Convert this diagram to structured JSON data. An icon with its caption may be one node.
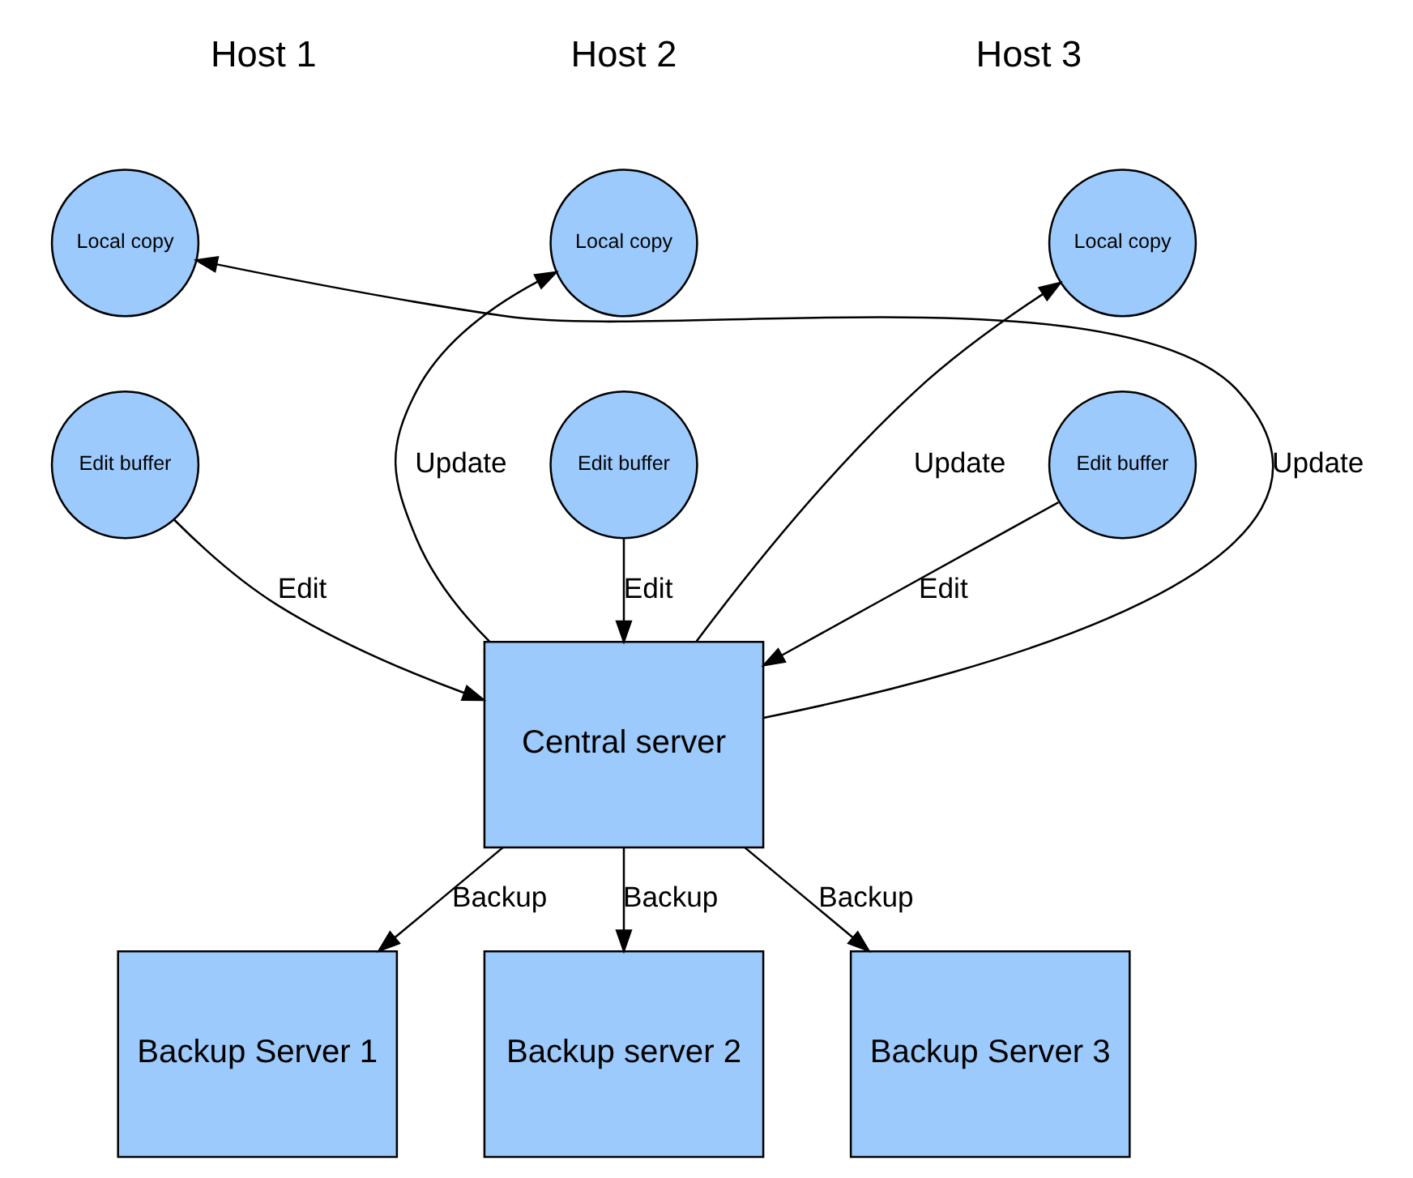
{
  "diagram": {
    "nodes": [
      {
        "text": [
          "Local copy"
        ]
      },
      {
        "text": [
          "Edit buffer"
        ]
      },
      {
        "text": [
          "Local copy"
        ]
      },
      {
        "text": [
          "Edit buffer"
        ]
      },
      {
        "text": [
          "Local copy"
        ]
      },
      {
        "text": [
          "Edit buffer"
        ]
      },
      {
        "text": [
          "Central server"
        ]
      },
      {
        "text": [
          "Backup Server 1"
        ]
      },
      {
        "text": [
          "Backup server 2"
        ]
      },
      {
        "text": [
          "Backup Server 3"
        ]
      }
    ],
    "edges": [
      {
        "from": 1,
        "to": 6,
        "arrow": "to",
        "label": "Edit"
      },
      {
        "from": 6,
        "to": 0,
        "arrow": "to",
        "label": "Update"
      },
      {
        "from": 3,
        "to": 6,
        "arrow": "to",
        "label": "Edit"
      },
      {
        "from": 6,
        "to": 2,
        "arrow": "to",
        "label": "Update"
      },
      {
        "from": 5,
        "to": 6,
        "arrow": "to",
        "label": "Edit"
      },
      {
        "from": 6,
        "to": 4,
        "arrow": "to",
        "label": "Update"
      },
      {
        "from": 6,
        "to": 7,
        "arrow": "to",
        "label": "Backup"
      },
      {
        "from": 6,
        "to": 8,
        "arrow": "to",
        "label": "Backup"
      },
      {
        "from": 6,
        "to": 9,
        "arrow": "to",
        "label": "Backup"
      }
    ],
    "labels": [
      "Host 1",
      "Host 2",
      "Host 3"
    ]
  }
}
